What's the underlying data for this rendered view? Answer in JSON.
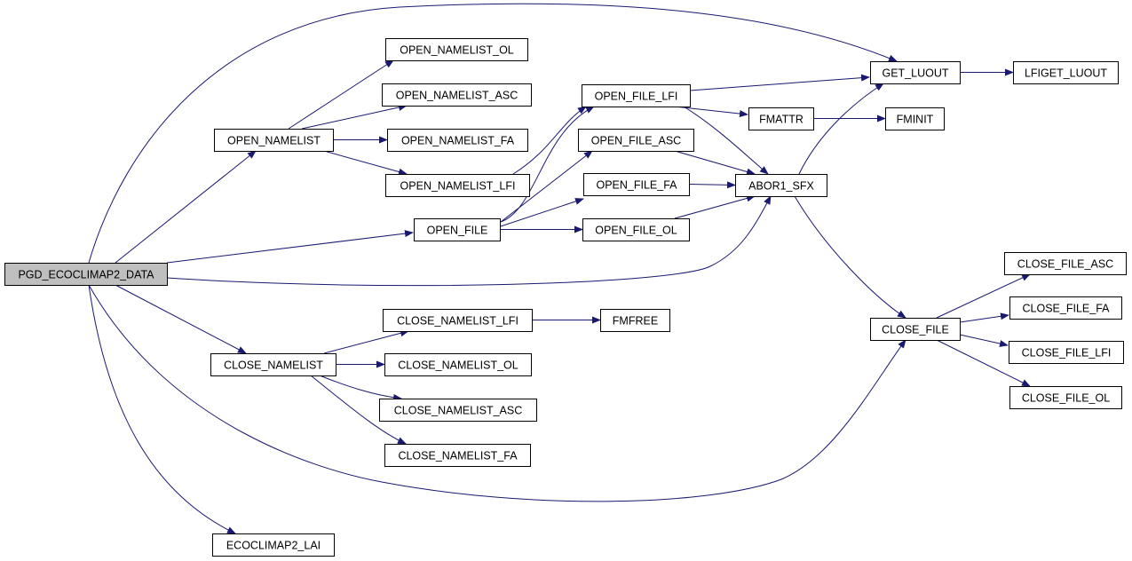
{
  "colors": {
    "edge": "#191970",
    "root_fill": "#bfbfbf",
    "node_fill": "#ffffff",
    "node_stroke": "#000000"
  },
  "nodes": [
    {
      "id": "pgd",
      "label": "PGD_ECOCLIMAP2_DATA",
      "root": true
    },
    {
      "id": "open_namelist",
      "label": "OPEN_NAMELIST"
    },
    {
      "id": "open_namelist_ol",
      "label": "OPEN_NAMELIST_OL"
    },
    {
      "id": "open_namelist_asc",
      "label": "OPEN_NAMELIST_ASC"
    },
    {
      "id": "open_namelist_fa",
      "label": "OPEN_NAMELIST_FA"
    },
    {
      "id": "open_namelist_lfi",
      "label": "OPEN_NAMELIST_LFI"
    },
    {
      "id": "open_file",
      "label": "OPEN_FILE"
    },
    {
      "id": "open_file_lfi",
      "label": "OPEN_FILE_LFI"
    },
    {
      "id": "open_file_asc",
      "label": "OPEN_FILE_ASC"
    },
    {
      "id": "open_file_fa",
      "label": "OPEN_FILE_FA"
    },
    {
      "id": "open_file_ol",
      "label": "OPEN_FILE_OL"
    },
    {
      "id": "fmattr",
      "label": "FMATTR"
    },
    {
      "id": "fminit",
      "label": "FMINIT"
    },
    {
      "id": "get_luout",
      "label": "GET_LUOUT"
    },
    {
      "id": "lfiget_luout",
      "label": "LFIGET_LUOUT"
    },
    {
      "id": "abor1_sfx",
      "label": "ABOR1_SFX"
    },
    {
      "id": "close_namelist",
      "label": "CLOSE_NAMELIST"
    },
    {
      "id": "close_namelist_lfi",
      "label": "CLOSE_NAMELIST_LFI"
    },
    {
      "id": "fmfree",
      "label": "FMFREE"
    },
    {
      "id": "close_namelist_ol",
      "label": "CLOSE_NAMELIST_OL"
    },
    {
      "id": "close_namelist_asc",
      "label": "CLOSE_NAMELIST_ASC"
    },
    {
      "id": "close_namelist_fa",
      "label": "CLOSE_NAMELIST_FA"
    },
    {
      "id": "close_file",
      "label": "CLOSE_FILE"
    },
    {
      "id": "close_file_asc",
      "label": "CLOSE_FILE_ASC"
    },
    {
      "id": "close_file_fa",
      "label": "CLOSE_FILE_FA"
    },
    {
      "id": "close_file_lfi",
      "label": "CLOSE_FILE_LFI"
    },
    {
      "id": "close_file_ol",
      "label": "CLOSE_FILE_OL"
    },
    {
      "id": "ecoclimap2_lai",
      "label": "ECOCLIMAP2_LAI"
    }
  ],
  "edges": [
    {
      "from": "pgd",
      "to": "get_luout"
    },
    {
      "from": "pgd",
      "to": "open_namelist"
    },
    {
      "from": "pgd",
      "to": "open_file"
    },
    {
      "from": "pgd",
      "to": "abor1_sfx"
    },
    {
      "from": "pgd",
      "to": "close_namelist"
    },
    {
      "from": "pgd",
      "to": "close_file"
    },
    {
      "from": "pgd",
      "to": "ecoclimap2_lai"
    },
    {
      "from": "open_namelist",
      "to": "open_namelist_ol"
    },
    {
      "from": "open_namelist",
      "to": "open_namelist_asc"
    },
    {
      "from": "open_namelist",
      "to": "open_namelist_fa"
    },
    {
      "from": "open_namelist",
      "to": "open_namelist_lfi"
    },
    {
      "from": "open_namelist_lfi",
      "to": "open_file_lfi"
    },
    {
      "from": "open_file",
      "to": "open_file_lfi"
    },
    {
      "from": "open_file",
      "to": "open_file_asc"
    },
    {
      "from": "open_file",
      "to": "open_file_fa"
    },
    {
      "from": "open_file",
      "to": "open_file_ol"
    },
    {
      "from": "open_file_lfi",
      "to": "get_luout"
    },
    {
      "from": "open_file_lfi",
      "to": "fmattr"
    },
    {
      "from": "open_file_lfi",
      "to": "abor1_sfx"
    },
    {
      "from": "open_file_asc",
      "to": "abor1_sfx"
    },
    {
      "from": "open_file_fa",
      "to": "abor1_sfx"
    },
    {
      "from": "open_file_ol",
      "to": "abor1_sfx"
    },
    {
      "from": "fmattr",
      "to": "fminit"
    },
    {
      "from": "get_luout",
      "to": "lfiget_luout"
    },
    {
      "from": "abor1_sfx",
      "to": "get_luout"
    },
    {
      "from": "abor1_sfx",
      "to": "close_file"
    },
    {
      "from": "close_namelist",
      "to": "close_namelist_lfi"
    },
    {
      "from": "close_namelist",
      "to": "close_namelist_ol"
    },
    {
      "from": "close_namelist",
      "to": "close_namelist_asc"
    },
    {
      "from": "close_namelist",
      "to": "close_namelist_fa"
    },
    {
      "from": "close_namelist_lfi",
      "to": "fmfree"
    },
    {
      "from": "close_file",
      "to": "close_file_asc"
    },
    {
      "from": "close_file",
      "to": "close_file_fa"
    },
    {
      "from": "close_file",
      "to": "close_file_lfi"
    },
    {
      "from": "close_file",
      "to": "close_file_ol"
    }
  ]
}
